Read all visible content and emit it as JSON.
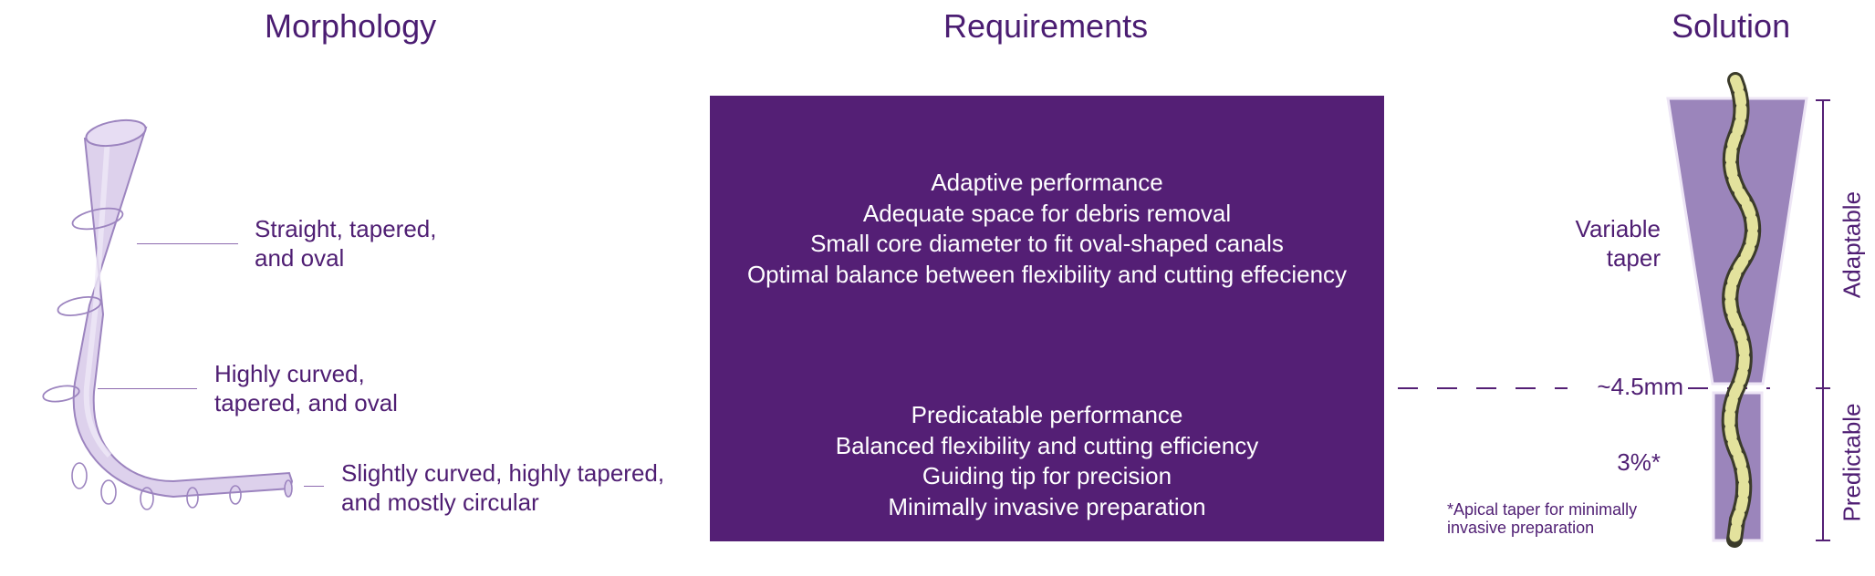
{
  "headings": {
    "morphology": "Morphology",
    "requirements": "Requirements",
    "solution": "Solution"
  },
  "morphology": {
    "items": [
      {
        "line1": "Straight, tapered,",
        "line2": "and oval"
      },
      {
        "line1": "Highly curved,",
        "line2": "tapered, and oval"
      },
      {
        "line1": "Slightly curved, highly tapered,",
        "line2": "and mostly circular"
      }
    ]
  },
  "requirements": {
    "adaptive": [
      "Adaptive performance",
      "Adequate space for debris removal",
      "Small core diameter to fit oval-shaped canals",
      "Optimal balance between flexibility and cutting effeciency"
    ],
    "predictable": [
      "Predicatable performance",
      "Balanced flexibility and cutting efficiency",
      "Guiding tip for precision",
      "Minimally invasive preparation"
    ]
  },
  "solution": {
    "variable_taper_line1": "Variable",
    "variable_taper_line2": "taper",
    "divider_label": "~4.5mm",
    "apical_taper": "3%*",
    "footnote_line1": "*Apical taper for minimally",
    "footnote_line2": "invasive preparation",
    "side_label_top": "Adaptable",
    "side_label_bottom": "Predictable"
  },
  "colors": {
    "primary": "#541f75",
    "taper_fill": "#9b85bb",
    "canal_fill": "#d9cdea",
    "file_yellow": "#e3e29d",
    "file_dark": "#3b3b2a"
  }
}
